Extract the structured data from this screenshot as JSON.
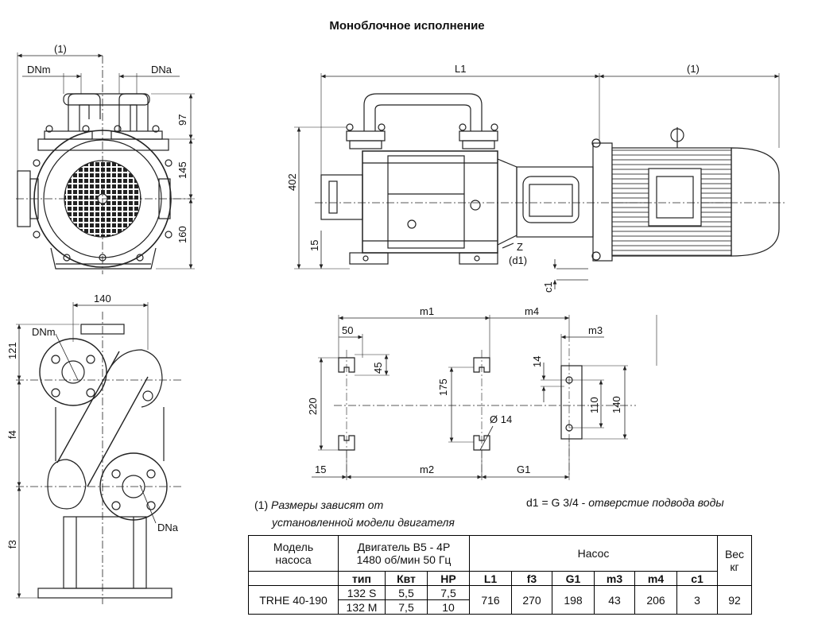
{
  "title": "Моноблочное исполнение",
  "dims": {
    "front": {
      "one": "(1)",
      "dnm": "DNm",
      "dna": "DNa",
      "d97": "97",
      "d145": "145",
      "d160": "160"
    },
    "side": {
      "l1": "L1",
      "one": "(1)",
      "d402": "402",
      "d15": "15",
      "z": "Z",
      "d1": "(d1)",
      "c1": "c1"
    },
    "plan": {
      "d140": "140",
      "d121": "121",
      "dnm": "DNm",
      "f4": "f4",
      "f3": "f3",
      "dna": "DNa"
    },
    "base": {
      "m1": "m1",
      "m4": "m4",
      "m3": "m3",
      "d50": "50",
      "d45": "45",
      "d14": "14",
      "d175": "175",
      "d220": "220",
      "d110": "110",
      "d140": "140",
      "phi14": "Ø 14",
      "d15": "15",
      "m2": "m2",
      "g1": "G1"
    }
  },
  "notes": {
    "footnote_num": "(1)",
    "footnote_l1": "Размеры зависят от",
    "footnote_l2": "установленной модели двигателя",
    "d1_label": "d1 = G 3/4 -",
    "d1_text": "отверстие подвода воды"
  },
  "table": {
    "model_header": [
      "Модель",
      "насоса"
    ],
    "motor_header": [
      "Двигатель B5 - 4P",
      "1480 об/мин 50 Гц"
    ],
    "pump_header": "Насос",
    "weight_header": [
      "Вес",
      "кг"
    ],
    "sub_headers": [
      "тип",
      "Квт",
      "HP",
      "L1",
      "f3",
      "G1",
      "m3",
      "m4",
      "c1"
    ],
    "model": "TRHE 40-190",
    "motor_rows": [
      {
        "type": "132 S",
        "kw": "5,5",
        "hp": "7,5"
      },
      {
        "type": "132 M",
        "kw": "7,5",
        "hp": "10"
      }
    ],
    "values": {
      "L1": "716",
      "f3": "270",
      "G1": "198",
      "m3": "43",
      "m4": "206",
      "c1": "3",
      "weight": "92"
    }
  }
}
